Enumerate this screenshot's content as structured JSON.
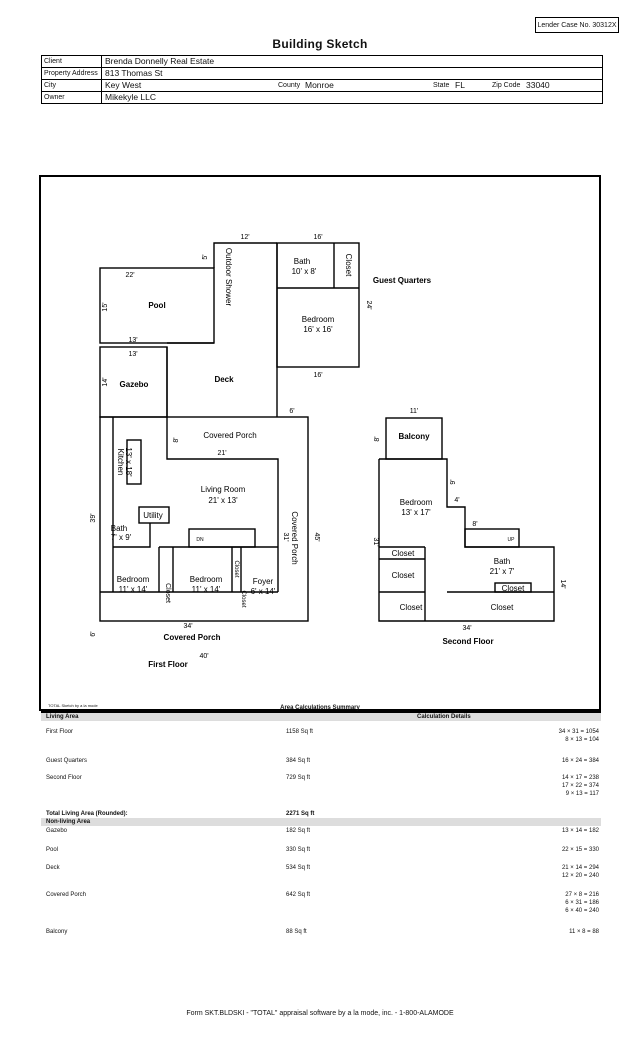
{
  "lender_case": "Lender Case No. 30312X",
  "title": "Building Sketch",
  "header": {
    "client_label": "Client",
    "client": "Brenda Donnelly Real Estate",
    "address_label": "Property Address",
    "address": "813 Thomas St",
    "city_label": "City",
    "city": "Key West",
    "county_label": "County",
    "county": "Monroe",
    "state_label": "State",
    "state": "FL",
    "zip_label": "Zip Code",
    "zip": "33040",
    "owner_label": "Owner",
    "owner": "Mikekyle LLC"
  },
  "sketch": {
    "rooms": {
      "pool": "Pool",
      "gazebo": "Gazebo",
      "deck": "Deck",
      "outdoor_shower": "Outdoor Shower",
      "bath_gq": "Bath",
      "bath_gq_size": "10' x 8'",
      "closet_gq": "Closet",
      "guest_quarters": "Guest Quarters",
      "bedroom_gq": "Bedroom",
      "bedroom_gq_size": "16' x 16'",
      "covered_porch_top": "Covered Porch",
      "kitchen": "Kitchen",
      "kitchen_size": "13' x 18'",
      "living_room": "Living Room",
      "living_room_size": "21' x 13'",
      "utility": "Utility",
      "bath_ff": "Bath",
      "bath_ff_size": "7' x 9'",
      "covered_porch_right": "Covered Porch",
      "bedroom1": "Bedroom",
      "bedroom1_size": "11' x 14'",
      "closet1": "Closet",
      "bedroom2": "Bedroom",
      "bedroom2_size": "11' x 14'",
      "closet2": "Closet",
      "closet3": "Closet",
      "foyer": "Foyer",
      "foyer_size": "6' x 14'",
      "dn": "DN",
      "covered_porch_bottom": "Covered Porch",
      "first_floor": "First Floor",
      "balcony": "Balcony",
      "bedroom_sf": "Bedroom",
      "bedroom_sf_size": "13' x 17'",
      "up": "UP",
      "closet_sf1": "Closet",
      "closet_sf2": "Closet",
      "closet_sf3": "Closet",
      "bath_sf": "Bath",
      "bath_sf_size": "21' x 7'",
      "closet_sf4": "Closet",
      "closet_sf5": "Closet",
      "second_floor": "Second Floor"
    },
    "dims": {
      "d22": "22'",
      "d15": "15'",
      "d13a": "13'",
      "d13b": "13'",
      "d14": "14'",
      "d5": "5'",
      "d12": "12'",
      "d16a": "16'",
      "d24": "24'",
      "d16b": "16'",
      "d6a": "6'",
      "d8a": "8'",
      "d21": "21'",
      "d39": "39'",
      "d31a": "31'",
      "d45": "45'",
      "d34a": "34'",
      "d6b": "6'",
      "d40": "40'",
      "d11": "11'",
      "d8b": "8'",
      "d9": "9'",
      "d4": "4'",
      "d8c": "8'",
      "d31b": "31'",
      "d14b": "14'",
      "d34b": "34'"
    },
    "caption": "TOTAL Sketch by a la mode"
  },
  "area_summary": {
    "title": "Area Calculations Summary",
    "living_area_label": "Living Area",
    "calc_details_label": "Calculation Details",
    "living": [
      {
        "name": "First Floor",
        "area": "1158 Sq ft",
        "calcs": [
          "34 × 31 = 1054",
          "8 × 13 = 104"
        ]
      },
      {
        "name": "Guest Quarters",
        "area": "384 Sq ft",
        "calcs": [
          "16 × 24 = 384"
        ]
      },
      {
        "name": "Second Floor",
        "area": "729 Sq ft",
        "calcs": [
          "14 × 17 = 238",
          "17 × 22 = 374",
          "9 × 13 = 117"
        ]
      }
    ],
    "total_label": "Total Living Area (Rounded):",
    "total_value": "2271 Sq ft",
    "non_living_label": "Non-living Area",
    "non_living": [
      {
        "name": "Gazebo",
        "area": "182 Sq ft",
        "calcs": [
          "13 × 14 = 182"
        ]
      },
      {
        "name": "Pool",
        "area": "330 Sq ft",
        "calcs": [
          "22 × 15 = 330"
        ]
      },
      {
        "name": "Deck",
        "area": "534 Sq ft",
        "calcs": [
          "21 × 14 = 294",
          "12 × 20 = 240"
        ]
      },
      {
        "name": "Covered Porch",
        "area": "642 Sq ft",
        "calcs": [
          "27 × 8 = 216",
          "6 × 31 = 186",
          "6 × 40 = 240"
        ]
      },
      {
        "name": "Balcony",
        "area": "88 Sq ft",
        "calcs": [
          "11 × 8 = 88"
        ]
      }
    ]
  },
  "footer": "Form SKT.BLDSKI - \"TOTAL\" appraisal software by a la mode, inc. - 1-800-ALAMODE"
}
